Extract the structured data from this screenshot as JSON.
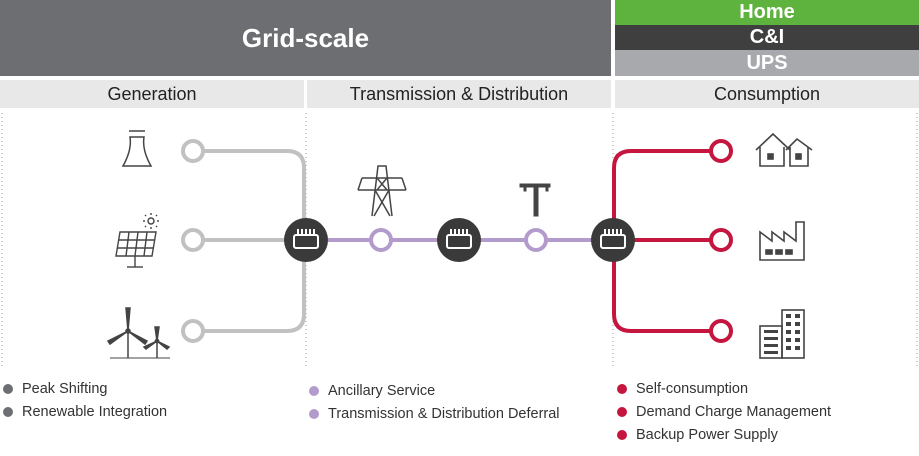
{
  "header": {
    "grid_scale": "Grid-scale",
    "segments": [
      "Home",
      "C&I",
      "UPS"
    ]
  },
  "sections": {
    "generation": "Generation",
    "transmission": "Transmission & Distribution",
    "consumption": "Consumption"
  },
  "legend": {
    "generation": [
      "Peak Shifting",
      "Renewable Integration"
    ],
    "transmission": [
      "Ancillary Service",
      "Transmission & Distribution Deferral"
    ],
    "consumption": [
      "Self-consumption",
      "Demand Charge Management",
      "Backup Power Supply"
    ]
  },
  "colors": {
    "generation": "#c1c1c1",
    "transmission": "#b39ccb",
    "consumption": "#c5163f",
    "battery": "#3a3a3a",
    "grid_header": "#6d6e71",
    "home": "#5db33d",
    "ci": "#3f3f3f",
    "ups": "#a7a9ac"
  },
  "icons": {
    "generation": [
      "power-plant-icon",
      "solar-panel-icon",
      "wind-turbine-icon"
    ],
    "transmission": [
      "transmission-tower-icon",
      "utility-pole-icon"
    ],
    "consumption": [
      "houses-icon",
      "factory-icon",
      "office-building-icon"
    ],
    "storage": "battery-icon"
  }
}
